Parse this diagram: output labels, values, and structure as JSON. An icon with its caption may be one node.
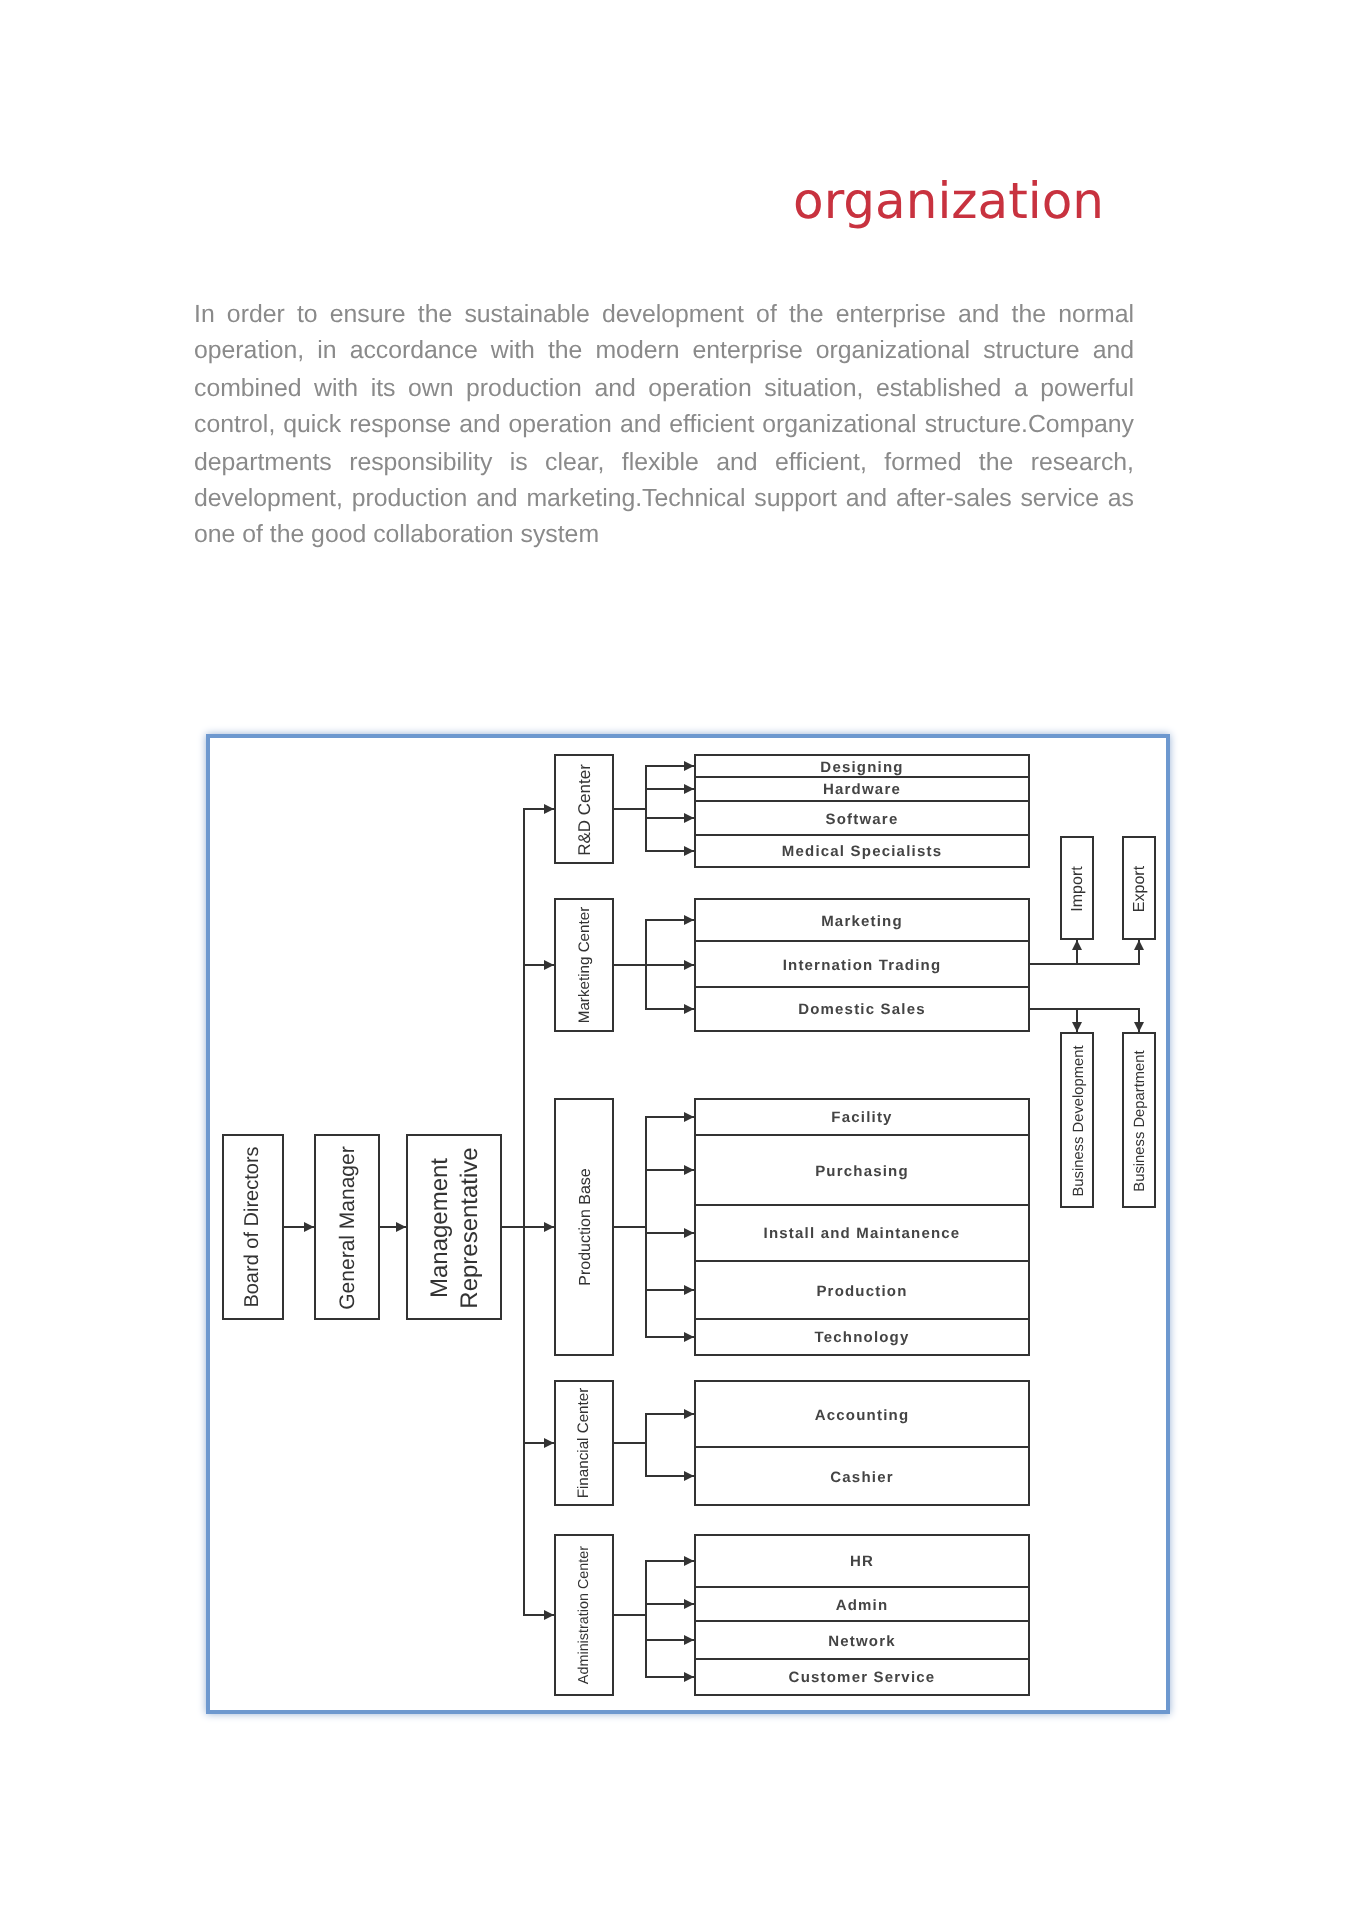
{
  "diagram": {
    "title": "organization",
    "nodes": [
      {
        "text": [
          "Board of Directors"
        ]
      },
      {
        "text": [
          "General Manager"
        ]
      },
      {
        "text": [
          "Management Representative"
        ]
      },
      {
        "text": [
          "R&D Center"
        ]
      },
      {
        "text": [
          "Designing"
        ]
      },
      {
        "text": [
          "Hardware"
        ]
      },
      {
        "text": [
          "Software"
        ]
      },
      {
        "text": [
          "Medical Specialists"
        ]
      },
      {
        "text": [
          "Marketing Center"
        ]
      },
      {
        "text": [
          "Marketing"
        ]
      },
      {
        "text": [
          "Internation Trading"
        ]
      },
      {
        "text": [
          "Domestic Sales"
        ]
      },
      {
        "text": [
          "Import"
        ]
      },
      {
        "text": [
          "Export"
        ]
      },
      {
        "text": [
          "Business Development"
        ]
      },
      {
        "text": [
          "Business Department"
        ]
      },
      {
        "text": [
          "Production Base"
        ]
      },
      {
        "text": [
          "Facility"
        ]
      },
      {
        "text": [
          "Purchasing"
        ]
      },
      {
        "text": [
          "Install and Maintanence"
        ]
      },
      {
        "text": [
          "Production"
        ]
      },
      {
        "text": [
          "Technology"
        ]
      },
      {
        "text": [
          "Financial Center"
        ]
      },
      {
        "text": [
          "Accounting"
        ]
      },
      {
        "text": [
          "Cashier"
        ]
      },
      {
        "text": [
          "Administration Center"
        ]
      },
      {
        "text": [
          "HR"
        ]
      },
      {
        "text": [
          "Admin"
        ]
      },
      {
        "text": [
          "Network"
        ]
      },
      {
        "text": [
          "Customer Service"
        ]
      }
    ],
    "edges": [
      {
        "from": 0,
        "to": 1,
        "arrow": "to"
      },
      {
        "from": 1,
        "to": 2,
        "arrow": "to"
      },
      {
        "from": 2,
        "to": 3,
        "arrow": "to"
      },
      {
        "from": 2,
        "to": 8,
        "arrow": "to"
      },
      {
        "from": 2,
        "to": 16,
        "arrow": "to"
      },
      {
        "from": 2,
        "to": 22,
        "arrow": "to"
      },
      {
        "from": 2,
        "to": 25,
        "arrow": "to"
      },
      {
        "from": 3,
        "to": 4,
        "arrow": "to"
      },
      {
        "from": 3,
        "to": 5,
        "arrow": "to"
      },
      {
        "from": 3,
        "to": 6,
        "arrow": "to"
      },
      {
        "from": 3,
        "to": 7,
        "arrow": "to"
      },
      {
        "from": 8,
        "to": 9,
        "arrow": "to"
      },
      {
        "from": 8,
        "to": 10,
        "arrow": "to"
      },
      {
        "from": 8,
        "to": 11,
        "arrow": "to"
      },
      {
        "from": 10,
        "to": 12,
        "arrow": "to"
      },
      {
        "from": 10,
        "to": 13,
        "arrow": "to"
      },
      {
        "from": 11,
        "to": 14,
        "arrow": "to"
      },
      {
        "from": 11,
        "to": 15,
        "arrow": "to"
      },
      {
        "from": 16,
        "to": 17,
        "arrow": "to"
      },
      {
        "from": 16,
        "to": 18,
        "arrow": "to"
      },
      {
        "from": 16,
        "to": 19,
        "arrow": "to"
      },
      {
        "from": 16,
        "to": 20,
        "arrow": "to"
      },
      {
        "from": 16,
        "to": 21,
        "arrow": "to"
      },
      {
        "from": 22,
        "to": 23,
        "arrow": "to"
      },
      {
        "from": 22,
        "to": 24,
        "arrow": "to"
      },
      {
        "from": 25,
        "to": 26,
        "arrow": "to"
      },
      {
        "from": 25,
        "to": 27,
        "arrow": "to"
      },
      {
        "from": 25,
        "to": 28,
        "arrow": "to"
      },
      {
        "from": 25,
        "to": 29,
        "arrow": "to"
      }
    ],
    "labels": [
      "In order to ensure the sustainable development of the enterprise and the normal operation, in accordance with the modern enterprise organizational structure and combined with its own production and operation situation, established a powerful control, quick response and operation and efficient organizational structure.Company departments responsibility is clear, flexible and efficient, formed the research, development, production and marketing.Technical support and after-sales service as one of the good collaboration system"
    ]
  }
}
